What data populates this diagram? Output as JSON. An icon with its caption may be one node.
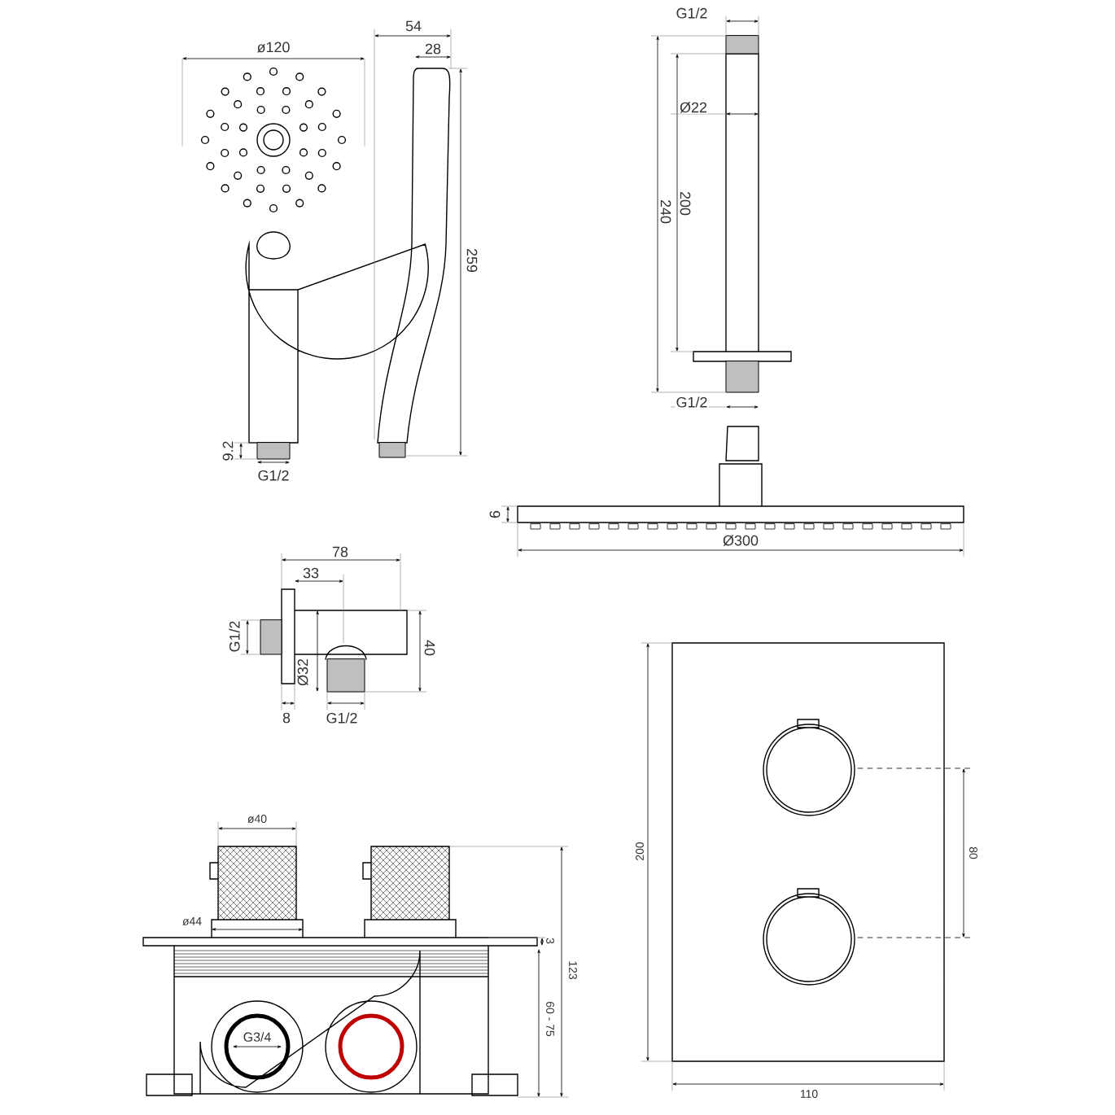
{
  "diagram": {
    "labels": [
      "ø120",
      "54",
      "28",
      "259",
      "9.2",
      "G1/2",
      "G1/2",
      "Ø22",
      "240",
      "200",
      "G1/2",
      "9",
      "Ø300",
      "78",
      "33",
      "G1/2",
      "40",
      "Ø32",
      "8",
      "G1/2",
      "ø40",
      "ø44",
      "3",
      "123",
      "60 - 75",
      "G3/4",
      "200",
      "80",
      "110"
    ]
  }
}
